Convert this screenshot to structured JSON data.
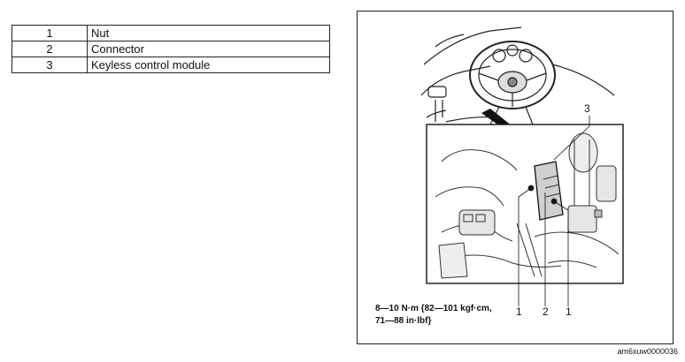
{
  "parts": [
    {
      "num": "1",
      "name": "Nut"
    },
    {
      "num": "2",
      "name": "Connector"
    },
    {
      "num": "3",
      "name": "Keyless control module"
    }
  ],
  "figure": {
    "torque_spec": "8—10 N·m {82—101 kgf·cm,\n71—88 in·lbf}",
    "callouts": {
      "top": "3",
      "bottom_left": "1",
      "bottom_mid": "2",
      "bottom_right": "1"
    },
    "code": "am6xuw0000036"
  }
}
